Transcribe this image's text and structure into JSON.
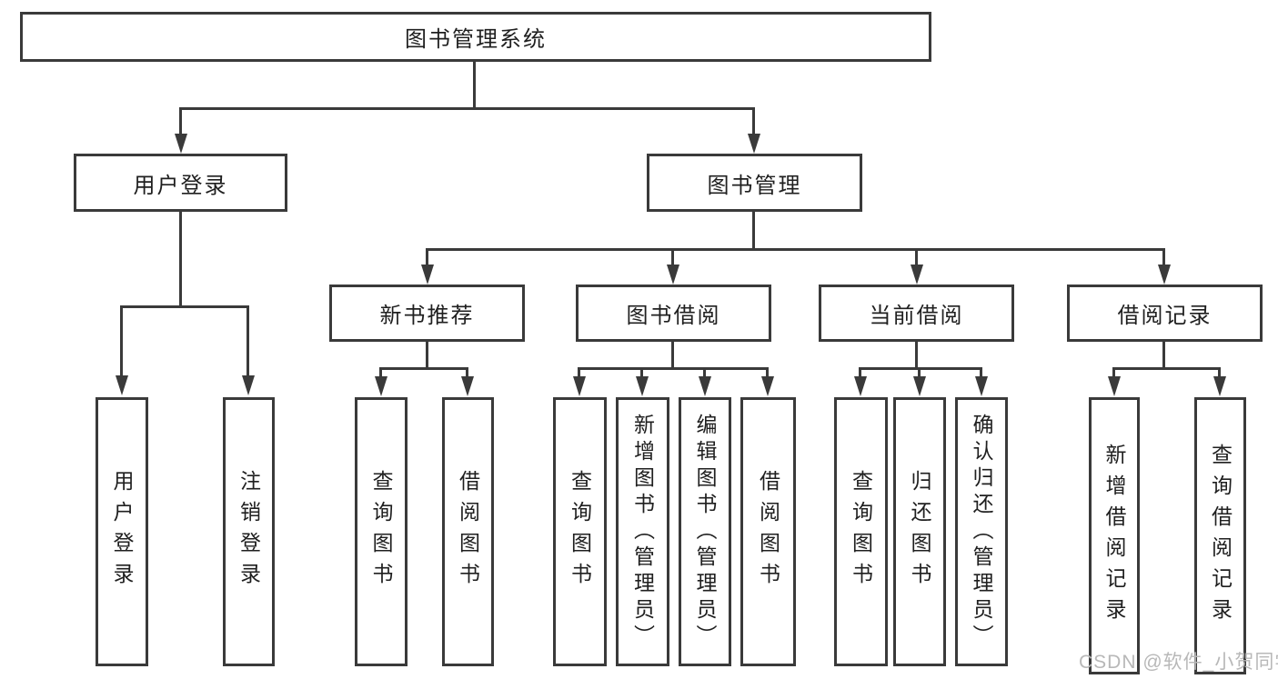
{
  "nodes": {
    "root": "图书管理系统",
    "level2": {
      "user_login": "用户登录",
      "book_management": "图书管理"
    },
    "level3": {
      "new_book_recommend": "新书推荐",
      "book_borrow": "图书借阅",
      "current_borrow": "当前借阅",
      "borrow_record": "借阅记录"
    },
    "level4": {
      "user_login": "用户登录",
      "logout": "注销登录",
      "recommend_query_book": "查询图书",
      "recommend_borrow_book": "借阅图书",
      "borrow_query_book": "查询图书",
      "borrow_add_book": "新增图书（管理员）",
      "borrow_edit_book": "编辑图书（管理员）",
      "borrow_borrow_book": "借阅图书",
      "current_query_book": "查询图书",
      "current_return_book": "归还图书",
      "current_confirm_return": "确认归还（管理员）",
      "record_add": "新增借阅记录",
      "record_query": "查询借阅记录"
    }
  },
  "watermark": "CSDN @软件_小贺同学",
  "colors": {
    "line": "#3a3a3a",
    "text": "#1f1f1f",
    "watermark": "#b8b8b8",
    "background": "#ffffff"
  }
}
